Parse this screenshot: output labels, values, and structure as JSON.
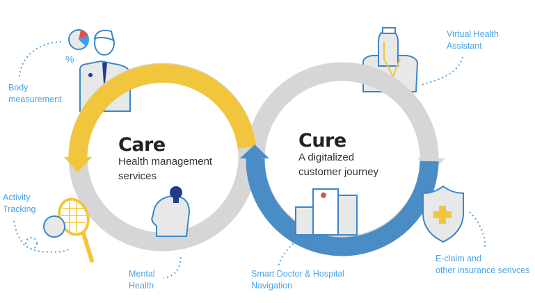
{
  "care": {
    "title": "Care",
    "subtitle_line1": "Health management",
    "subtitle_line2": "services"
  },
  "cure": {
    "title": "Cure",
    "subtitle_line1": "A digitalized",
    "subtitle_line2": "customer journey"
  },
  "labels": {
    "body_measurement": [
      "Body",
      "measurement"
    ],
    "activity_tracking": [
      "Activity",
      "Tracking"
    ],
    "mental_health": [
      "Mental",
      "Health"
    ],
    "smart_doctor": [
      "Smart Doctor & Hospital",
      "Navigation"
    ],
    "virtual_assistant": [
      "Virtual Health",
      "Assistant"
    ],
    "eclaim": [
      "E-claim and",
      "other insurance serivces"
    ]
  },
  "colors": {
    "yellow": "#f2c63c",
    "blue": "#4a8cc6",
    "gray": "#d6d6d6",
    "label": "#4aa3e8",
    "icon_outline": "#3a86c8"
  }
}
